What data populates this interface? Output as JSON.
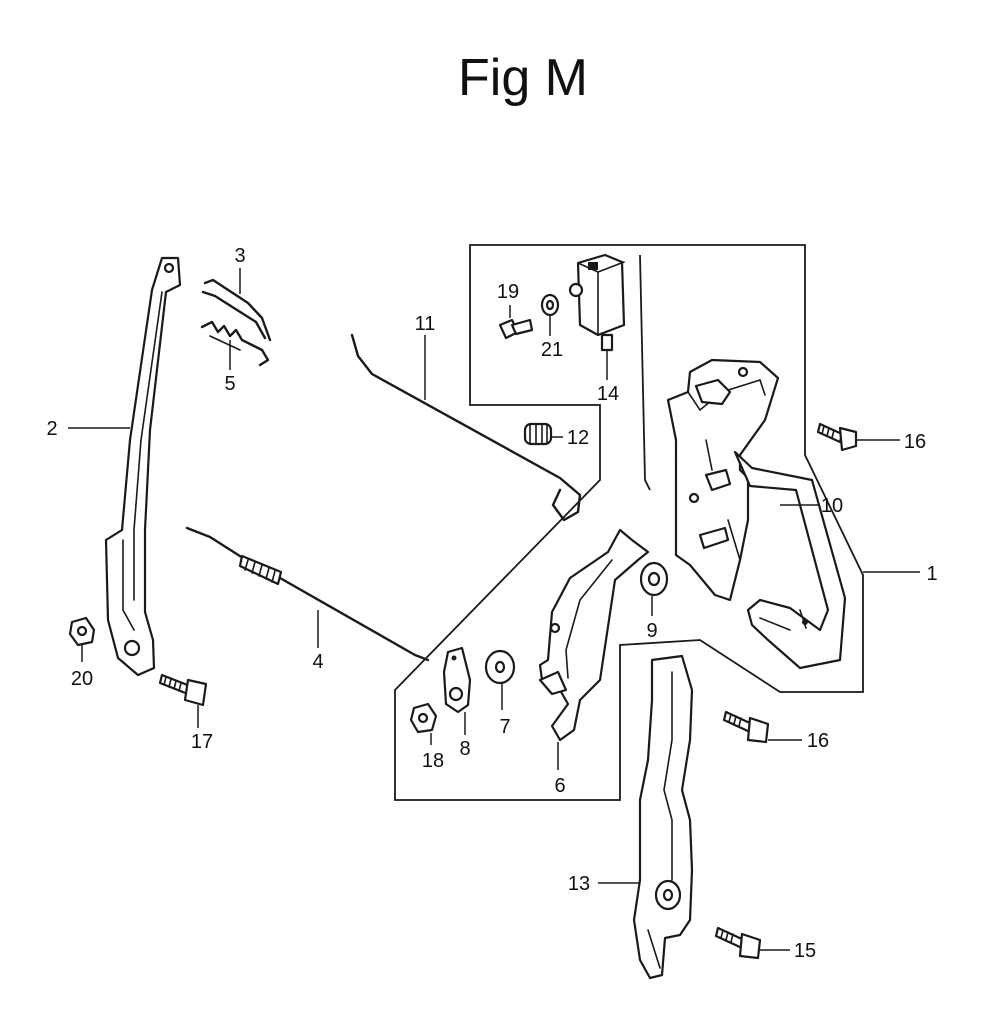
{
  "title": "Fig M",
  "callouts": {
    "c1": "1",
    "c2": "2",
    "c3": "3",
    "c4": "4",
    "c5": "5",
    "c6": "6",
    "c7": "7",
    "c8": "8",
    "c9": "9",
    "c10": "10",
    "c11": "11",
    "c12": "12",
    "c13": "13",
    "c14": "14",
    "c15": "15",
    "c16a": "16",
    "c16b": "16",
    "c17": "17",
    "c18": "18",
    "c19": "19",
    "c20": "20",
    "c21": "21"
  }
}
